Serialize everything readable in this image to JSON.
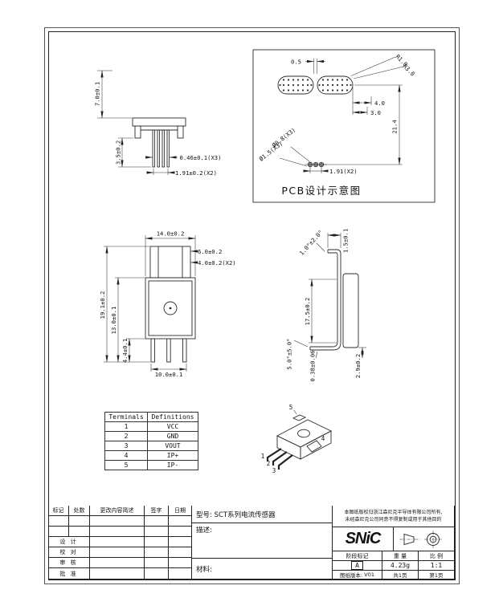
{
  "views": {
    "side_view": {
      "dims": {
        "body_height": "7.0±0.1",
        "pin_length": "3.5±0.2",
        "pin_width": "0.46±0.1(X3)",
        "pin_pitch": "1.91±0.2(X2)"
      }
    },
    "pcb_view": {
      "title": "PCB设计示意图",
      "dims": {
        "pad_gap": "0.5",
        "radius_inner": "R1.0",
        "radius_outer": "R3.0",
        "pad_end_offset": "4.0",
        "pad_inner_offset": "3.0",
        "pad_to_holes": "21.4",
        "hole_small": "Ø0.8(X3)",
        "hole_large": "Ø1.5(X3)",
        "hole_pitch": "1.91(X2)"
      }
    },
    "front_view": {
      "dims": {
        "width": "14.0±0.2",
        "tab_width": "6.0±0.2",
        "step_width": "4.0±0.2(X2)",
        "total_height": "19.1±0.2",
        "body_height": "13.0±0.1",
        "pin_length": "4.4±0.1",
        "pin_span": "10.0±0.1"
      }
    },
    "profile_view": {
      "dims": {
        "top_width": "1.5±0.1",
        "bend_angle": "1.0°±2.0°",
        "height": "17.5±0.2",
        "foot_angle": "5.0°±5.0°",
        "lead_thickness": "0.38±0.06",
        "foot_height": "2.9±0.2"
      }
    },
    "iso_view": {
      "pin_labels": [
        "1",
        "2",
        "3",
        "4",
        "5"
      ]
    }
  },
  "terminals_table": {
    "headers": [
      "Terminals",
      "Definitions"
    ],
    "rows": [
      [
        "1",
        "VCC"
      ],
      [
        "2",
        "GND"
      ],
      [
        "3",
        "VOUT"
      ],
      [
        "4",
        "IP+"
      ],
      [
        "5",
        "IP-"
      ]
    ]
  },
  "title_block": {
    "rev_headers": [
      "标记",
      "处数",
      "更改内容简述",
      "签字",
      "日期"
    ],
    "roles": [
      "设 计",
      "校 对",
      "审 核",
      "批 准"
    ],
    "model_label": "型号:",
    "model_value": "SCT系列电流传感器",
    "desc_label": "描述:",
    "material_label": "材料:",
    "copyright_line1": "本图纸版权归浙江森尼克半导体有限公司所有,",
    "copyright_line2": "未经森尼克公司同意不得复制或用于其他目的",
    "logo_text": "SNiC",
    "stage_label": "阶段标记",
    "weight_label": "重 量",
    "scale_label": "比 例",
    "stage_value": "A",
    "weight_value": "4.23g",
    "scale_value": "1:1",
    "version_label": "图纸版本:",
    "version_value": "V01",
    "sheet_total": "共1页",
    "sheet_number": "第1页"
  }
}
